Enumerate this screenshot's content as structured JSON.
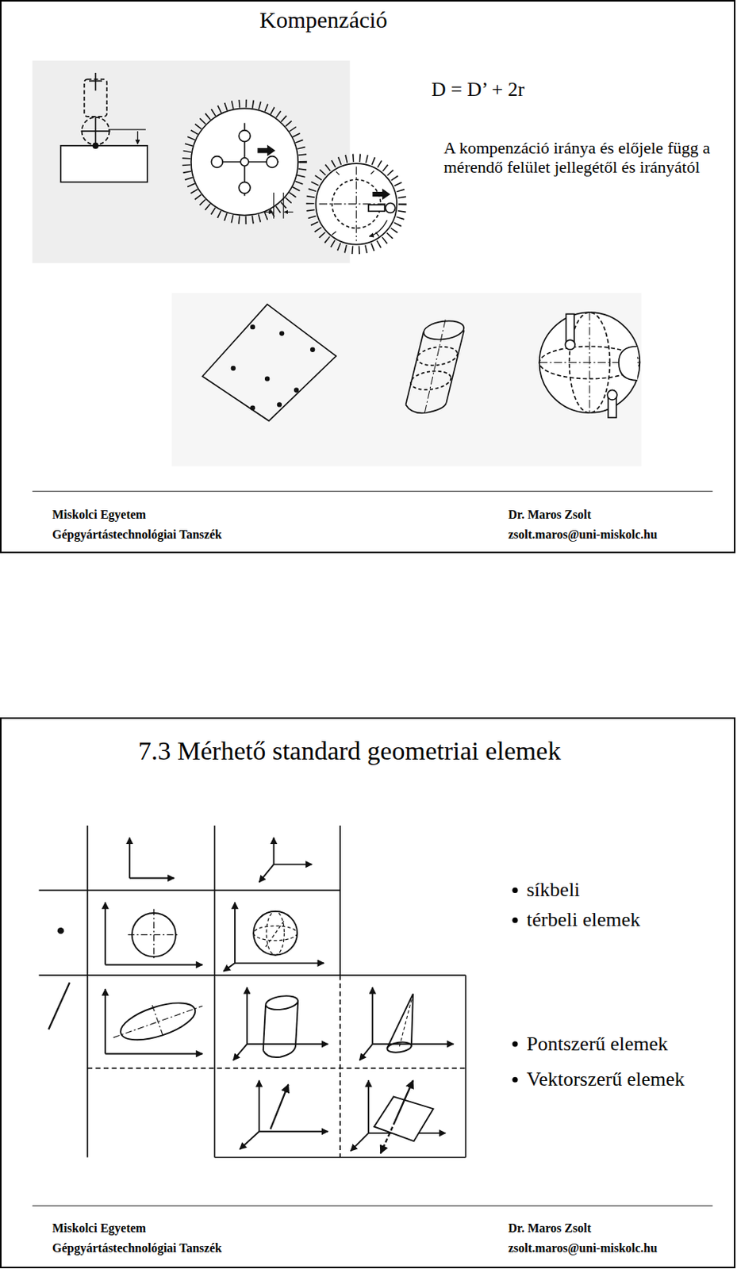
{
  "diagram": {
    "nodes": [
      {
        "text": [
          "Kompenzáció",
          "D = D’ + 2r",
          "A kompenzáció iránya és előjele függ a mérendő felület jellegétől és irányától",
          "Miskolci Egyetem",
          "Gépgyártástechnológiai Tanszék",
          "Dr. Maros Zsolt",
          "zsolt.maros@uni-miskolc.hu"
        ]
      },
      {
        "text": [
          "7.3 Mérhető standard geometriai elemek",
          "síkbeli",
          "térbeli elemek",
          "Pontszerű elemek",
          "Vektorszerű elemek",
          "Miskolci Egyetem",
          "Gépgyártástechnológiai Tanszék",
          "Dr. Maros Zsolt",
          "zsolt.maros@uni-miskolc.hu"
        ]
      }
    ]
  }
}
